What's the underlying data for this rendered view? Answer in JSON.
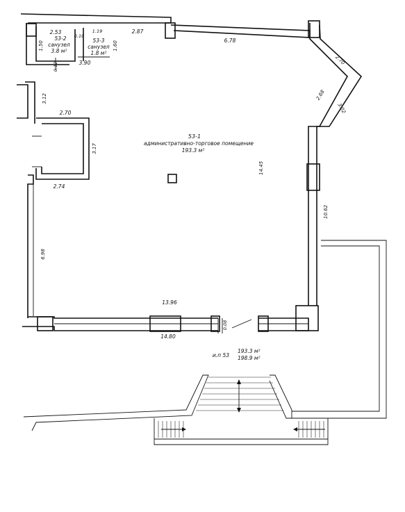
{
  "rooms": [
    {
      "id": "53-1",
      "name": "административно-торговое помещение",
      "area": "193.3 м²"
    },
    {
      "id": "53-2",
      "name": "санузел",
      "area": "3.8 м²"
    },
    {
      "id": "53-3",
      "name": "санузел",
      "area": "1.8 м²"
    }
  ],
  "dimensions": [
    "2.53",
    "0.10",
    "1.19",
    "2.87",
    "6.78",
    "1.50",
    "1.60",
    "0.12",
    "3.90",
    "2.70",
    "2.68",
    "3.02",
    "3.12",
    "2.70",
    "3.17",
    "2.74",
    "14.45",
    "10.62",
    "6.98",
    "13.96",
    "14.80",
    "0.08"
  ],
  "totals": {
    "label": "и.п 53",
    "area_main": "193.3  м²",
    "area_total": "198.9  м²"
  },
  "symbols": [
    "column",
    "stair",
    "arrow"
  ]
}
